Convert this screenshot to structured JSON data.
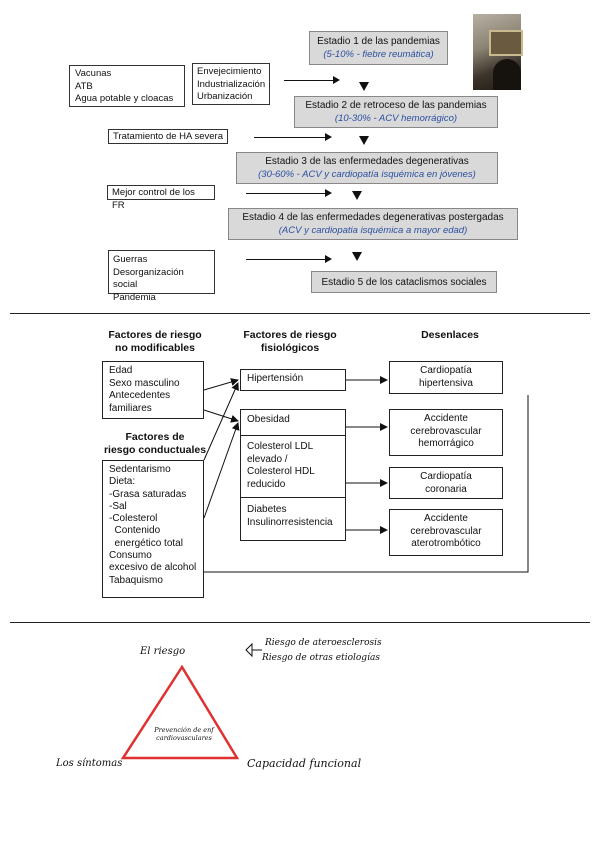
{
  "stages": {
    "stage1": {
      "title": "Estadio 1 de las pandemias",
      "sub": "(5-10% - fiebre reumática)"
    },
    "stage2": {
      "title": "Estadio 2 de retroceso de las pandemias",
      "sub": "(10-30% - ACV hemorrágico)"
    },
    "stage3": {
      "title": "Estadio 3 de las enfermedades degenerativas",
      "sub": "(30-60% - ACV y cardiopatía isquémica en jóvenes)"
    },
    "stage4": {
      "title": "Estadio 4 de las enfermedades degenerativas postergadas",
      "sub": "(ACV y cardiopatia isquémica a mayor edad)"
    },
    "stage5": {
      "title": "Estadio 5 de los cataclismos sociales"
    }
  },
  "factors": {
    "box1": [
      "Vacunas",
      "ATB",
      "Agua potable y cloacas"
    ],
    "box2": [
      "Envejecimiento",
      "Industrialización",
      "Urbanización"
    ],
    "box3": "Tratamiento de HA severa",
    "box4": "Mejor control de los FR",
    "box5": [
      "Guerras",
      "Desorganización social",
      "Pandemia"
    ]
  },
  "diagram2": {
    "col1_head": [
      "Factores de riesgo",
      "no modificables"
    ],
    "col2_head": [
      "Factores de riesgo",
      "fisiológicos"
    ],
    "col3_head": "Desenlaces",
    "nonmod": [
      "Edad",
      "Sexo masculino",
      "Antecedentes",
      "familiares"
    ],
    "cond_head": [
      "Factores de",
      "riesgo conductuales"
    ],
    "cond": [
      "Sedentarismo",
      "Dieta:",
      "-Grasa saturadas",
      "-Sal",
      "-Colesterol",
      "  Contenido",
      "  energético total",
      "Consumo",
      "excesivo de alcohol",
      "Tabaquismo"
    ],
    "hipertension": "Hipertensión",
    "obesidad": "Obesidad",
    "colesterol": [
      "Colesterol LDL",
      "elevado /",
      "Colesterol HDL",
      "reducido"
    ],
    "diabetes": [
      "Diabetes",
      "Insulinorresistencia"
    ],
    "out1": [
      "Cardiopatía",
      "hipertensiva"
    ],
    "out2": [
      "Accidente",
      "cerebrovascular",
      "hemorrágico"
    ],
    "out3": [
      "Cardiopatía",
      "coronaria"
    ],
    "out4": [
      "Accidente",
      "cerebrovascular",
      "aterotrombótico"
    ]
  },
  "handwriting": {
    "top": "El riesgo",
    "right_top1": "Riesgo de ateroesclerosis",
    "right_top2": "Riesgo de otras etiologías",
    "center": "Prevención de enf cardiovasculares",
    "left": "Los síntomas",
    "right": "Capacidad funcional"
  },
  "colors": {
    "triangle": "#e03131",
    "stage_sub": "#2a4fa0",
    "stage_box": "#d9d9d9"
  }
}
